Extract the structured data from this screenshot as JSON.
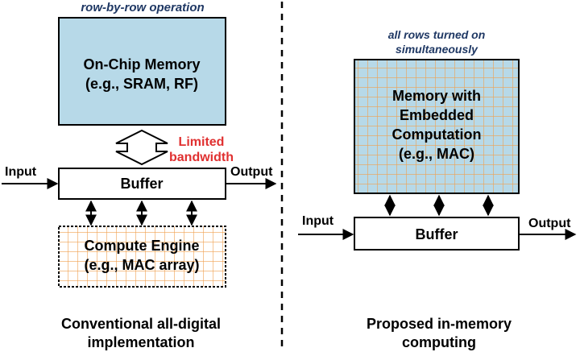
{
  "left": {
    "top_note": "row-by-row operation",
    "memory": [
      "On-Chip Memory",
      "(e.g., SRAM, RF)"
    ],
    "bandwidth": [
      "Limited",
      "bandwidth"
    ],
    "input": "Input",
    "output": "Output",
    "buffer": "Buffer",
    "compute": [
      "Compute Engine",
      "(e.g., MAC array)"
    ],
    "caption": [
      "Conventional all-digital",
      "implementation"
    ]
  },
  "right": {
    "top_note": [
      "all rows turned on",
      "simultaneously"
    ],
    "memory": [
      "Memory with",
      "Embedded",
      "Computation",
      "(e.g., MAC)"
    ],
    "input": "Input",
    "output": "Output",
    "buffer": "Buffer",
    "caption": [
      "Proposed in-memory",
      "computing"
    ]
  },
  "colors": {
    "memory_fill": "#b7d9e8",
    "grid_line": "#f0a050",
    "red_text": "#e03030",
    "note_text": "#1f3864"
  }
}
